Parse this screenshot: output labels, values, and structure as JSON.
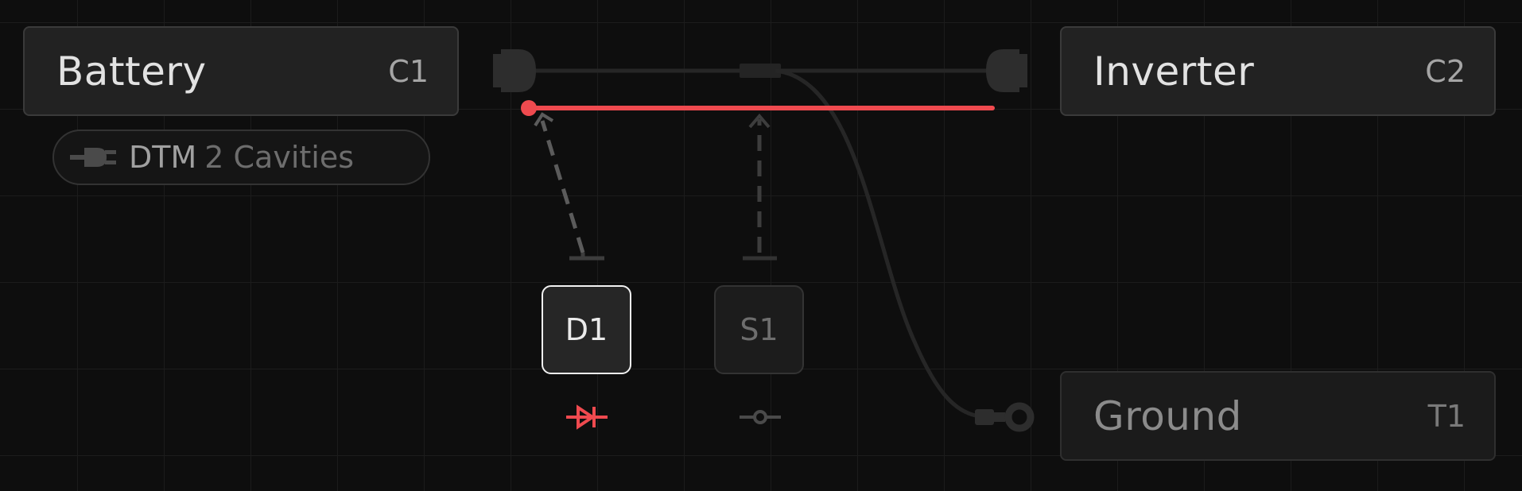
{
  "colors": {
    "background": "#0e0e0e",
    "grid": "#1c1c1c",
    "active_wire": "#ef4a4f",
    "wire": "#262626",
    "link": "#5b5b5b"
  },
  "nodes": {
    "battery": {
      "name": "Battery",
      "ref": "C1"
    },
    "inverter": {
      "name": "Inverter",
      "ref": "C2"
    },
    "ground": {
      "name": "Ground",
      "ref": "T1"
    }
  },
  "connector_tag": {
    "icon": "plug-icon",
    "kind": "DTM",
    "cavities": "2 Cavities"
  },
  "components": [
    {
      "ref": "D1",
      "selected": true,
      "symbol": "diode-icon",
      "symbol_color": "#ef4a4f"
    },
    {
      "ref": "S1",
      "selected": false,
      "symbol": "splice-icon",
      "symbol_color": "#4a4a4a"
    }
  ]
}
